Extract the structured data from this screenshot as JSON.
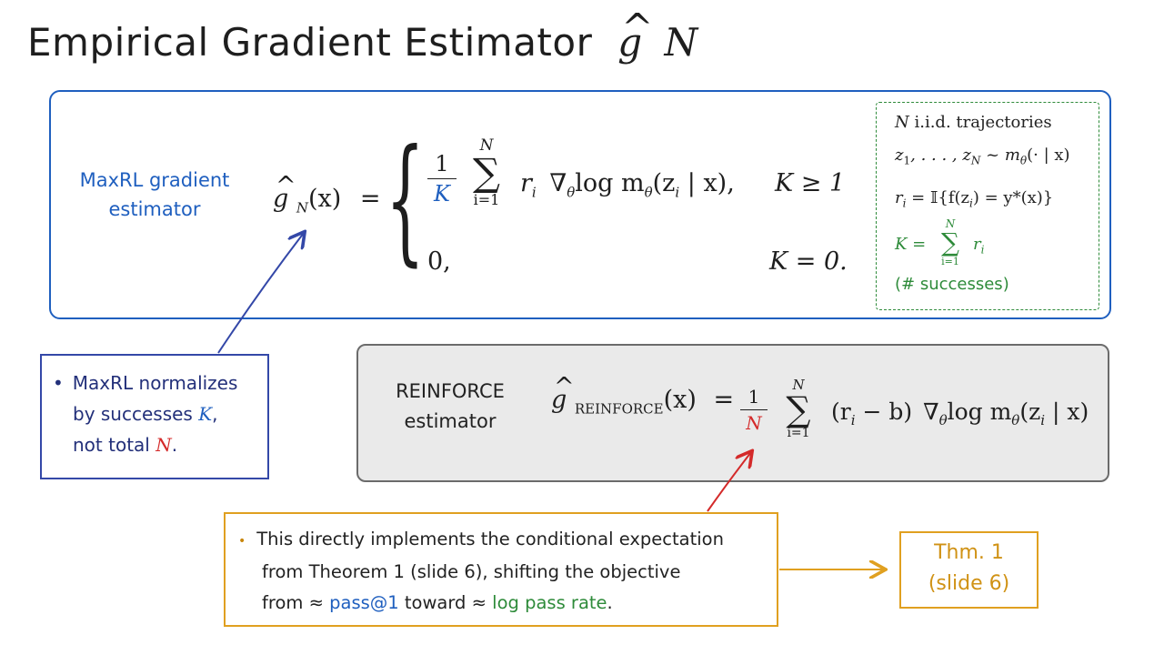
{
  "title": {
    "text": "Empirical Gradient Estimator",
    "g": "g",
    "hat": "^",
    "n": "N"
  },
  "maxrl": {
    "label_line1": "MaxRL gradient",
    "label_line2": "estimator",
    "lhs_g": "g",
    "lhs_sub": "N",
    "lhs_arg": "(x)",
    "equals": "=",
    "frac_num": "1",
    "frac_den": "K",
    "sum_top": "N",
    "sum_symbol": "∑",
    "sum_bottom": "i=1",
    "term": "r",
    "term_sub": "i",
    "grad": "∇",
    "grad_sub": "θ",
    "log_part": "log m",
    "m_sub": "θ",
    "arg": "(z",
    "arg_sub": "i",
    "arg_end": " | x),",
    "case1_cond": "K ≥ 1",
    "case2_value": "0,",
    "case2_cond": "K = 0."
  },
  "definitions": {
    "line1_n": "N",
    "line1_text": " i.i.d. trajectories",
    "line2": "z₁, . . . , z_N ~ m_θ(· | x)",
    "line2_a": "z",
    "line2_a_sub": "1",
    "line2_b": ", . . . , z",
    "line2_b_sub": "N",
    "line2_c": " ~ m",
    "line2_c_sub": "θ",
    "line2_d": "(· | x)",
    "line3_r": "r",
    "line3_r_sub": "i",
    "line3_rest": " = 𝕀{f(z",
    "line3_z_sub": "i",
    "line3_end": ") = y*(x)}",
    "line4_k": "K =",
    "line4_sum_top": "N",
    "line4_sum": "∑",
    "line4_sum_bottom": "i=1",
    "line4_r": "r",
    "line4_r_sub": "i",
    "line5": "(# successes)"
  },
  "reinforce": {
    "label_line1": "REINFORCE",
    "label_line2": "estimator",
    "lhs_g": "g",
    "lhs_sub": "REINFORCE",
    "lhs_arg": "(x)",
    "equals": "=",
    "frac_num": "1",
    "frac_den": "N",
    "sum_top": "N",
    "sum_symbol": "∑",
    "sum_bottom": "i=1",
    "term": "(r",
    "term_sub": "i",
    "term_end": " − b)",
    "grad": "∇",
    "grad_sub": "θ",
    "log_part": "log m",
    "m_sub": "θ",
    "arg": "(z",
    "arg_sub": "i",
    "arg_end": " | x)"
  },
  "note_maxrl": {
    "bullet": "•",
    "line1": "MaxRL normalizes",
    "line2_a": "by successes ",
    "line2_k": "K",
    "line2_end": ",",
    "line3_a": "not total ",
    "line3_n": "N",
    "line3_end": "."
  },
  "note_theorem": {
    "bullet": "•",
    "line1": "This directly implements the conditional expectation",
    "line2": "from Theorem 1 (slide 6), shifting the objective",
    "line3_a": "from ≈ ",
    "line3_pass": "pass@1",
    "line3_b": " toward ≈ ",
    "line3_log": "log pass rate",
    "line3_end": "."
  },
  "thm_box": {
    "line1": "Thm. 1",
    "line2": "(slide 6)"
  },
  "colors": {
    "blue": "#1f5fbf",
    "navy": "#23307a",
    "green": "#2e8b3a",
    "red": "#d42a2a",
    "orange": "#e0a020",
    "gray_fill": "#eaeaea"
  }
}
